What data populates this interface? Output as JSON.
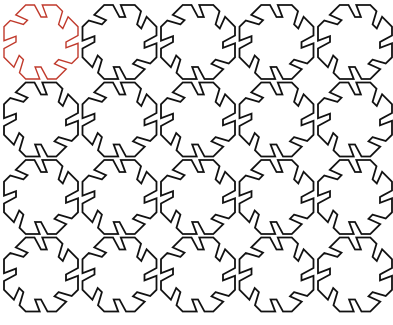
{
  "figure": {
    "rows": 4,
    "columns": 5,
    "highlighted_tile": {
      "row": 1,
      "column": 1
    },
    "colors": {
      "background": "#ffffff",
      "tile_stroke": "#111111",
      "highlight_stroke": "#c0392b"
    }
  }
}
